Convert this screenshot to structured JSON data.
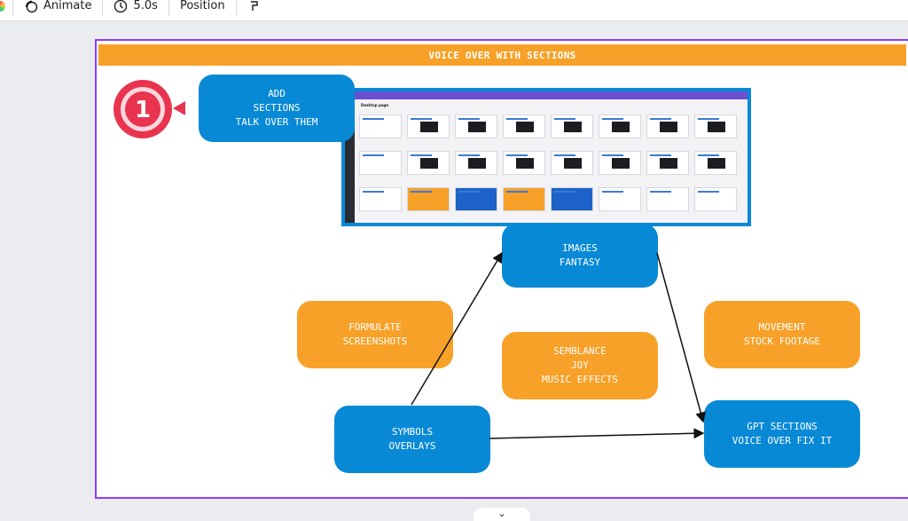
{
  "toolbar": {
    "animate_label": "Animate",
    "duration_label": "5.0s",
    "position_label": "Position"
  },
  "banner": {
    "title": "VOICE OVER WITH SECTIONS"
  },
  "badge": {
    "number": "1"
  },
  "boxes": {
    "add_sections": [
      "ADD",
      "SECTIONS",
      "TALK OVER THEM"
    ],
    "images_fantasy": [
      "IMAGES",
      "FANTASY"
    ],
    "formulate": [
      "FORMULATE",
      "SCREENSHOTS"
    ],
    "semblance": [
      "SEMBLANCE",
      "JOY",
      "MUSIC EFFECTS"
    ],
    "movement": [
      "MOVEMENT",
      "STOCK FOOTAGE"
    ],
    "symbols": [
      "SYMBOLS",
      "OVERLAYS"
    ],
    "gpt_sections": [
      "GPT SECTIONS",
      "VOICE OVER FIX IT"
    ]
  },
  "screenshot": {
    "page_label": "Desktop page"
  },
  "colors": {
    "accent": "#8b3dff",
    "blue": "#0789d6",
    "orange": "#f7a128",
    "badge_red": "#e8344e"
  },
  "icons": {
    "animate": "animate-icon",
    "timer": "timer-icon",
    "style_brush": "paint-roller-icon",
    "expand": "chevron-down-icon"
  }
}
